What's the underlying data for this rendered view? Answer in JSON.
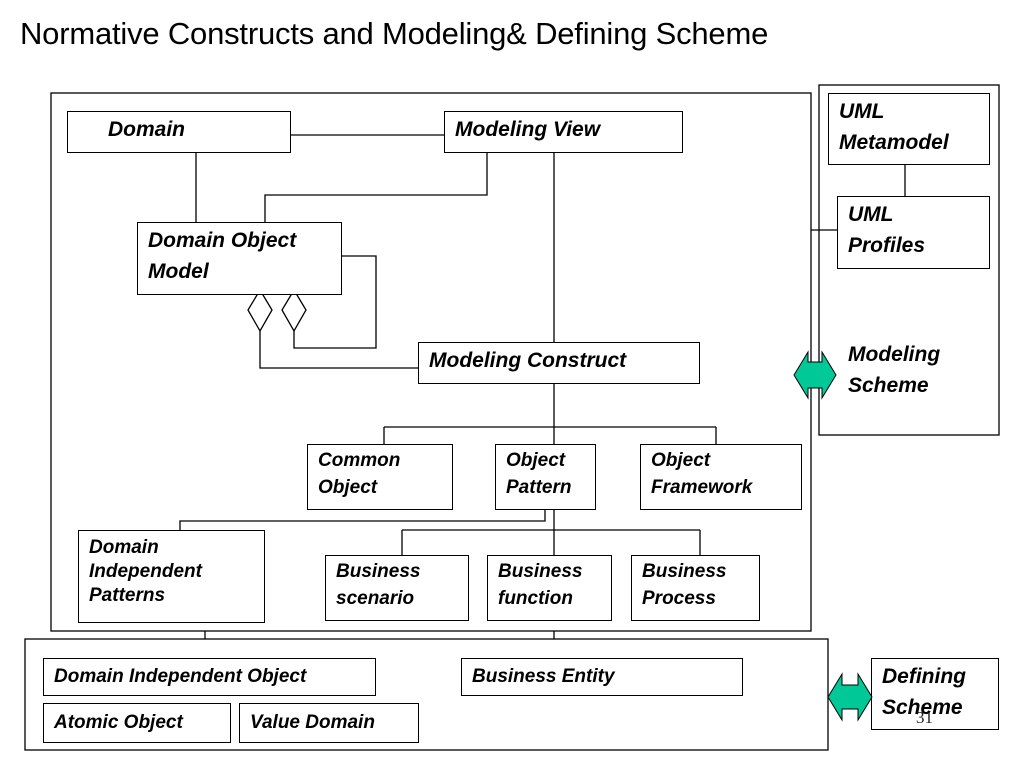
{
  "title": "Normative Constructs and Modeling& Defining Scheme",
  "slide_number": "31",
  "colors": {
    "arrow_fill": "#00C896",
    "line": "#000000"
  },
  "nodes": {
    "domain": "Domain",
    "modeling_view": "Modeling View",
    "domain_object_model": "Domain Object\nModel",
    "modeling_construct": "Modeling Construct",
    "common_object": "Common\nObject",
    "object_pattern": "Object\nPattern",
    "object_framework": "Object\nFramework",
    "domain_independent_patterns": "Domain\nIndependent\nPatterns",
    "business_scenario": "Business\nscenario",
    "business_function": "Business\nfunction",
    "business_process": "Business\nProcess",
    "uml_metamodel": "UML\nMetamodel",
    "uml_profiles": "UML\nProfiles",
    "domain_independent_object": "Domain Independent Object",
    "business_entity": "Business  Entity",
    "atomic_object": "Atomic Object",
    "value_domain": "Value Domain"
  },
  "labels": {
    "modeling_scheme": "Modeling\nScheme",
    "defining_scheme": "Defining\nScheme"
  },
  "icons": [
    "diamond-icon",
    "double-arrow-icon"
  ]
}
